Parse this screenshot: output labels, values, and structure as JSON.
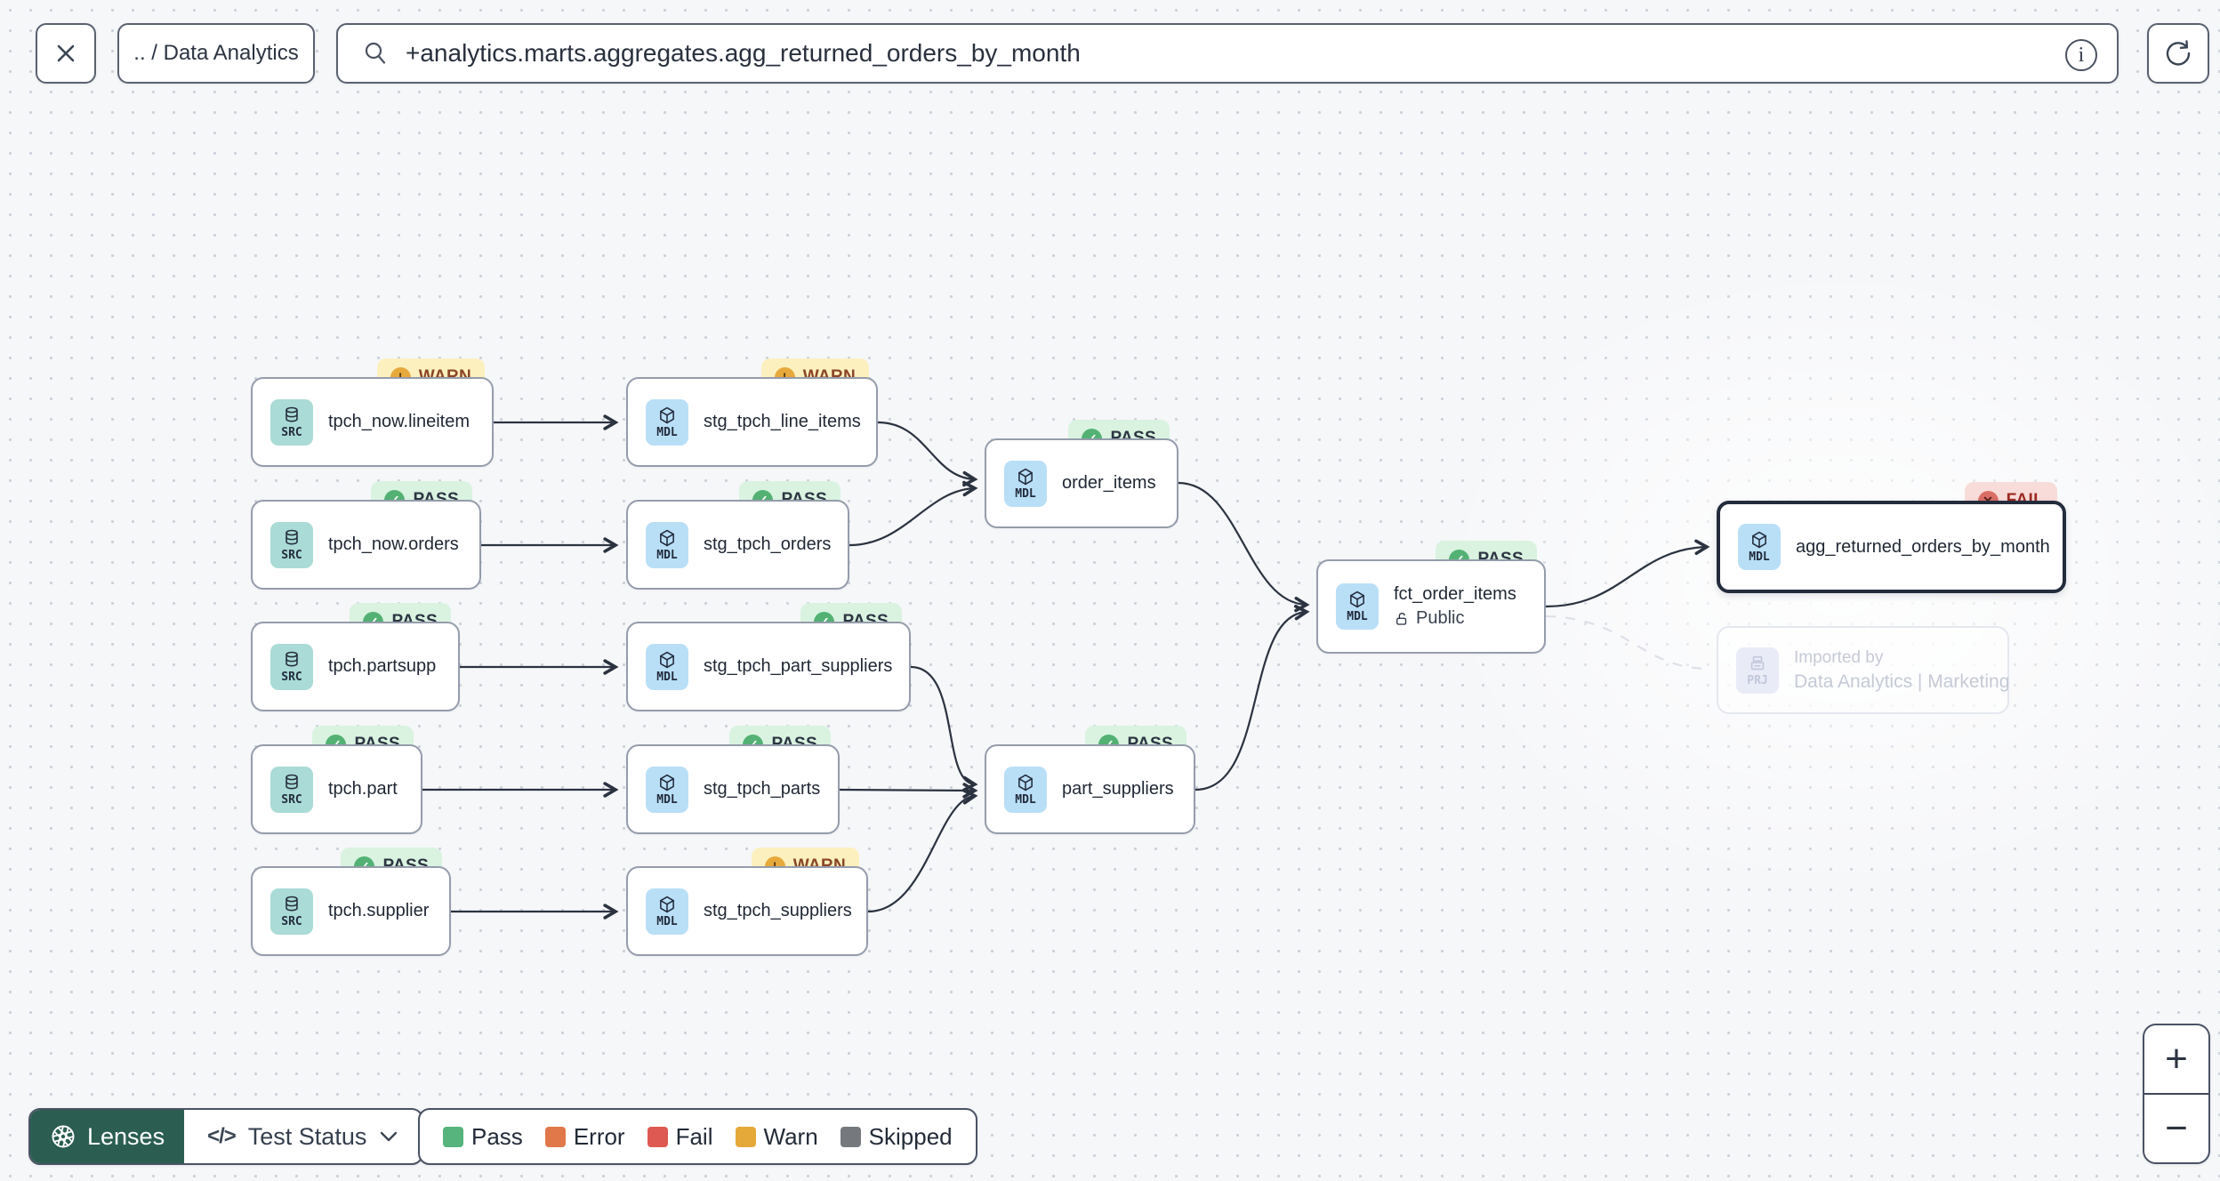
{
  "topbar": {
    "breadcrumb": ".. / Data Analytics",
    "search": {
      "value": "+analytics.marts.aggregates.agg_returned_orders_by_month"
    }
  },
  "icons": {
    "pass": "✓",
    "warn": "!",
    "fail": "✕",
    "close": "✕",
    "code": "</>"
  },
  "graph": {
    "nodes": [
      {
        "label": "tpch_now.lineitem",
        "type": "SRC",
        "status": "WARN"
      },
      {
        "label": "tpch_now.orders",
        "type": "SRC",
        "status": "PASS"
      },
      {
        "label": "tpch.partsupp",
        "type": "SRC",
        "status": "PASS"
      },
      {
        "label": "tpch.part",
        "type": "SRC",
        "status": "PASS"
      },
      {
        "label": "tpch.supplier",
        "type": "SRC",
        "status": "PASS"
      },
      {
        "label": "stg_tpch_line_items",
        "type": "MDL",
        "status": "WARN"
      },
      {
        "label": "stg_tpch_orders",
        "type": "MDL",
        "status": "PASS"
      },
      {
        "label": "stg_tpch_part_suppliers",
        "type": "MDL",
        "status": "PASS"
      },
      {
        "label": "stg_tpch_parts",
        "type": "MDL",
        "status": "PASS"
      },
      {
        "label": "stg_tpch_suppliers",
        "type": "MDL",
        "status": "WARN"
      },
      {
        "label": "order_items",
        "type": "MDL",
        "status": "PASS"
      },
      {
        "label": "part_suppliers",
        "type": "MDL",
        "status": "PASS"
      },
      {
        "label": "fct_order_items",
        "type": "MDL",
        "status": "PASS",
        "access": "Public"
      },
      {
        "label": "agg_returned_orders_by_month",
        "type": "MDL",
        "status": "FAIL",
        "selected": true
      },
      {
        "label": "Imported by",
        "sublabel": "Data Analytics | Marketing",
        "type": "PRJ"
      }
    ]
  },
  "footer": {
    "lenses_label": "Lenses",
    "lens_selector_label": "Test Status",
    "legend": [
      {
        "label": "Pass",
        "color": "#56b47c"
      },
      {
        "label": "Error",
        "color": "#e0784a"
      },
      {
        "label": "Fail",
        "color": "#de5952"
      },
      {
        "label": "Warn",
        "color": "#e5a93a"
      },
      {
        "label": "Skipped",
        "color": "#75797e"
      }
    ]
  },
  "zoom_controls": {
    "zoom_in": "+",
    "zoom_out": "−"
  },
  "colors": {
    "accent_green": "#2b5e51",
    "edge": "#2b3340",
    "badge_pass_bg": "#d9f3e0",
    "badge_pass_dot": "#53b174",
    "badge_warn_bg": "#fcf0bf",
    "badge_warn_dot": "#e6a93b",
    "badge_fail_bg": "#f8dcd9",
    "badge_fail_dot": "#da6e66",
    "src_tile": "#aadbd6",
    "mdl_tile": "#b9dff7"
  }
}
